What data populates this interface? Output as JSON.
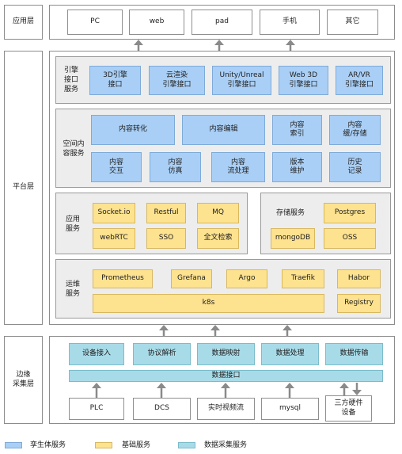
{
  "layers": {
    "application": "应用层",
    "platform": "平台层",
    "edge": "边缘\n采集层"
  },
  "app_clients": [
    "PC",
    "web",
    "pad",
    "手机",
    "其它"
  ],
  "engine": {
    "label": "引擎\n接口\n服务",
    "items": [
      "3D引擎\n接口",
      "云渲染\n引擎接口",
      "Unity/Unreal\n引擎接口",
      "Web 3D\n引擎接口",
      "AR/VR\n引擎接口"
    ]
  },
  "spatial": {
    "label": "空间内\n容服务",
    "row1": [
      "内容转化",
      "内容编辑",
      "内容\n索引",
      "内容\n缓/存储"
    ],
    "row2": [
      "内容\n交互",
      "内容\n仿真",
      "内容\n流处理",
      "版本\n维护",
      "历史\n记录"
    ]
  },
  "app_service": {
    "label": "应用\n服务",
    "row1": [
      "Socket.io",
      "Restful",
      "MQ"
    ],
    "row2": [
      "webRTC",
      "SSO",
      "全文检索"
    ]
  },
  "storage": {
    "label": "存储服务",
    "items": [
      "Postgres",
      "mongoDB",
      "OSS"
    ]
  },
  "ops": {
    "label": "运维\n服务",
    "row1": [
      "Prometheus",
      "Grefana",
      "Argo",
      "Traefik",
      "Habor"
    ],
    "k8s": "k8s",
    "registry": "Registry"
  },
  "edge": {
    "items": [
      "设备接入",
      "协议解析",
      "数据映射",
      "数据处理",
      "数据传输"
    ],
    "interface": "数据接口",
    "sources": [
      "PLC",
      "DCS",
      "实时视频流",
      "mysql",
      "三方硬件\n设备"
    ]
  },
  "legend": [
    "孪生体服务",
    "基础服务",
    "数据采集服务"
  ],
  "colors": {
    "twin": "#a9cff6",
    "base": "#fde28f",
    "collect": "#a8dbe8",
    "arrow": "#8a8a8a"
  }
}
